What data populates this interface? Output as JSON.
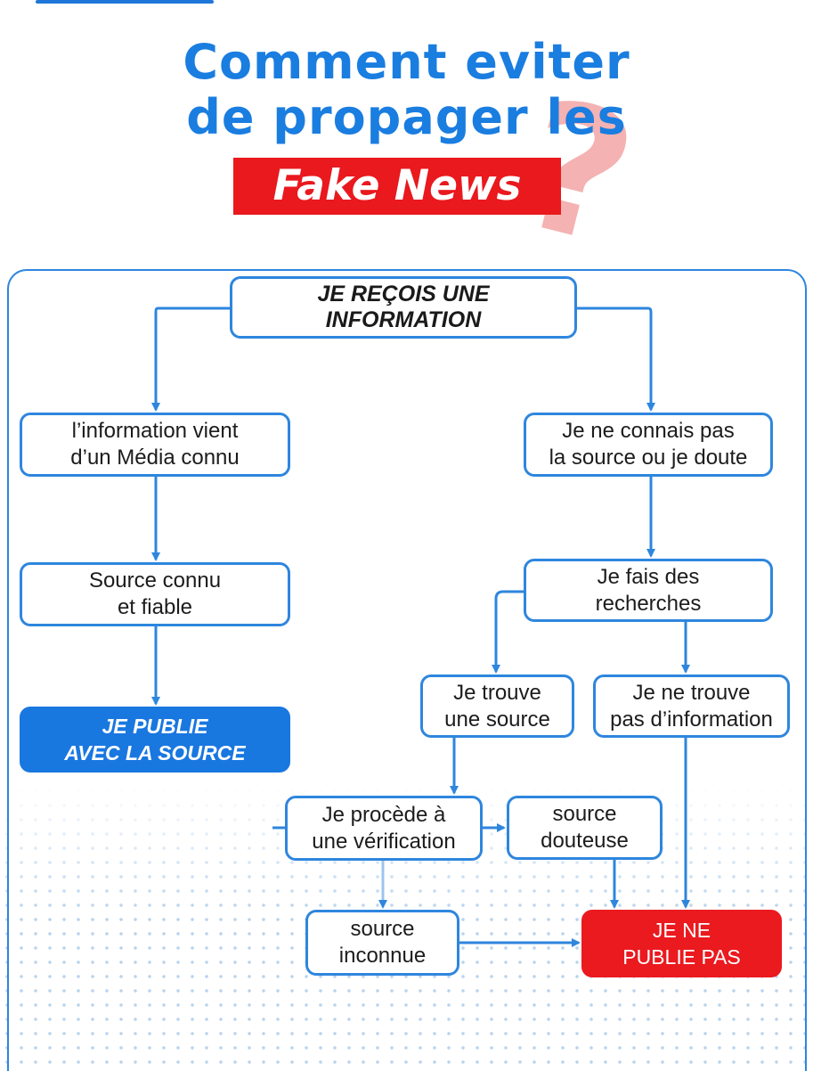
{
  "title": {
    "line1": "Comment eviter",
    "line2": "de propager les",
    "highlight": "Fake News",
    "question_mark": "?"
  },
  "nodes": {
    "start": "JE REÇOIS UNE\nINFORMATION",
    "media_connu": "l’information vient\nd’un Média connu",
    "source_fiable": "Source connu\net fiable",
    "publie_source": "JE PUBLIE\nAVEC LA SOURCE",
    "doute": "Je ne connais pas\nla source ou je doute",
    "recherches": "Je fais des\nrecherches",
    "trouve_source": "Je trouve\nune source",
    "pas_information": "Je ne trouve\npas d’information",
    "verification": "Je procède à\nune vérification",
    "source_douteuse": "source\ndouteuse",
    "source_inconnue": "source\ninconnue",
    "ne_publie_pas": "JE NE\nPUBLIE PAS"
  },
  "colors": {
    "title_blue": "#1a7de0",
    "line_blue": "#2e86de",
    "publish_blue": "#1977e0",
    "reject_red": "#ea1a1f"
  }
}
